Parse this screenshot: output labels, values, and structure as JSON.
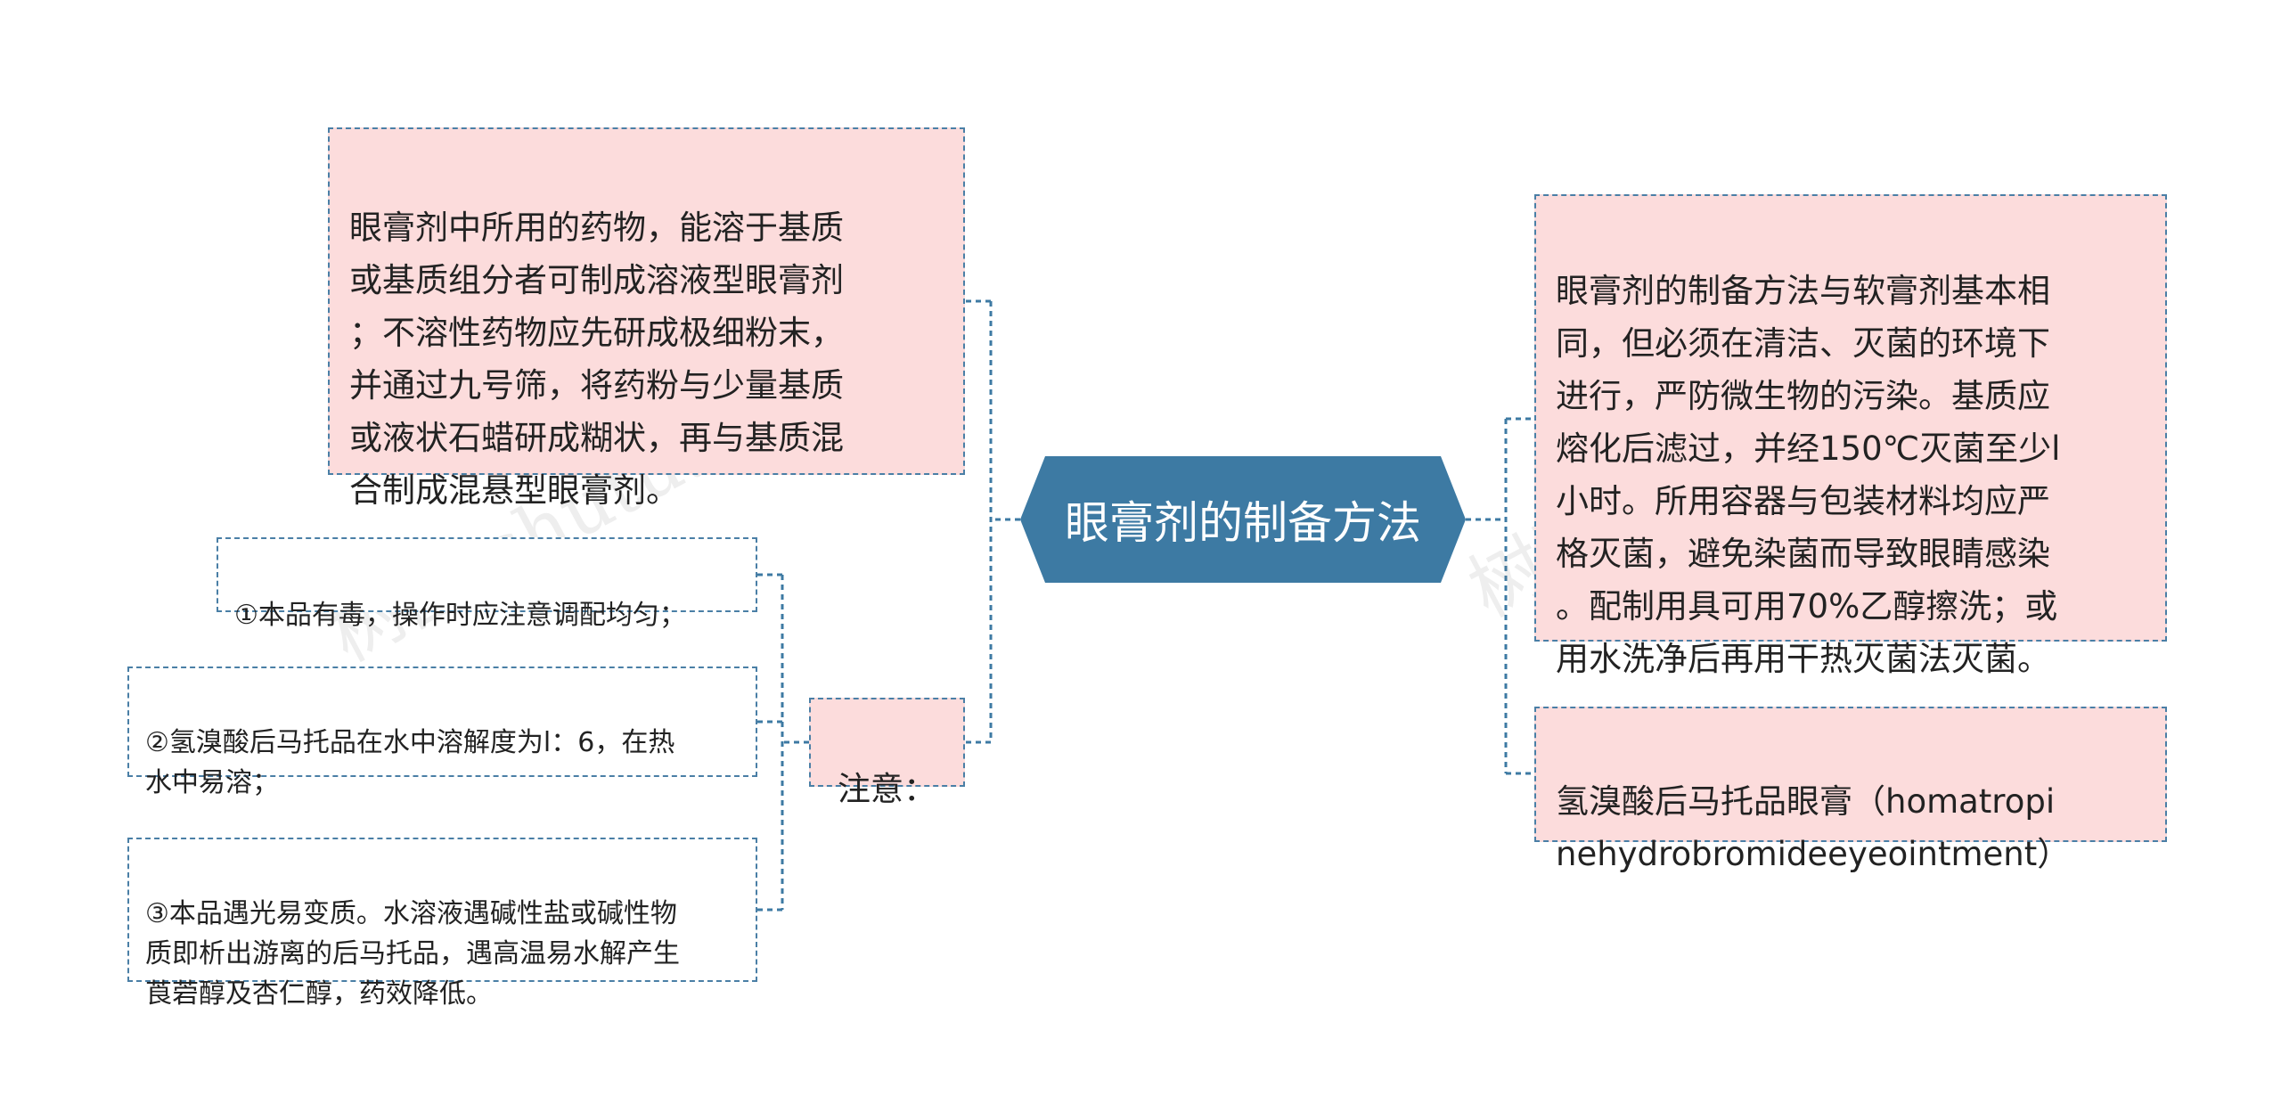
{
  "central": {
    "title": "眼膏剂的制备方法"
  },
  "left": {
    "top_node": "眼膏剂中所用的药物，能溶于基质\n或基质组分者可制成溶液型眼膏剂\n；不溶性药物应先研成极细粉末，\n并通过九号筛，将药粉与少量基质\n或液状石蜡研成糊状，再与基质混\n合制成混悬型眼膏剂。",
    "attention": {
      "label": "注意：",
      "items": [
        "①本品有毒，操作时应注意调配均匀；",
        "②氢溴酸后马托品在水中溶解度为l：6，在热\n水中易溶；",
        "③本品遇光易变质。水溶液遇碱性盐或碱性物\n质即析出游离的后马托品，遇高温易水解产生\n莨菪醇及杏仁醇，药效降低。"
      ]
    }
  },
  "right": {
    "method_node": "眼膏剂的制备方法与软膏剂基本相\n同，但必须在清洁、灭菌的环境下\n进行，严防微生物的污染。基质应\n熔化后滤过，并经150℃灭菌至少l\n小时。所用容器与包装材料均应严\n格灭菌，避免染菌而导致眼睛感染\n。配制用具可用70%乙醇擦洗；或\n用水洗净后再用干热灭菌法灭菌。",
    "name_node": "氢溴酸后马托品眼膏（homatropi\nnehydrobromideeyeointment）"
  },
  "watermarks": [
    "树图 shutu.cn",
    "树图 shutu.cn"
  ],
  "colors": {
    "central_fill": "#3d7aa3",
    "node_fill": "#fcdcdc",
    "border": "#4a7fa6"
  }
}
